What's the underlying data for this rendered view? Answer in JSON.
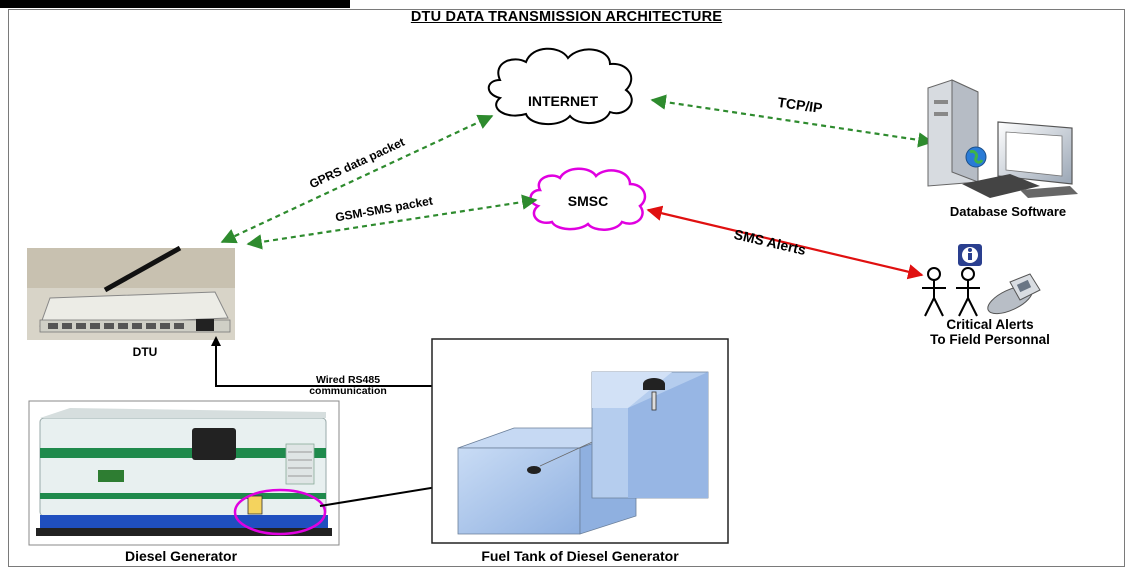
{
  "title": "DTU DATA TRANSMISSION ARCHITECTURE",
  "nodes": {
    "internet": "INTERNET",
    "smsc": "SMSC",
    "dtu": "DTU",
    "database": "Database Software",
    "critical_line1": "Critical Alerts",
    "critical_line2": "To Field Personnal",
    "diesel": "Diesel Generator",
    "fuel_tank": "Fuel Tank of Diesel Generator"
  },
  "links": {
    "tcpip": "TCP/IP",
    "gprs": "GPRS data packet",
    "gsm_sms": "GSM-SMS packet",
    "sms_alerts": "SMS Alerts",
    "rs485_line1": "Wired RS485",
    "rs485_line2": "communication"
  },
  "colors": {
    "wireless_link": "#2e8b2e",
    "sms_alert_link": "#e01010",
    "smsc_outline": "#e000e0",
    "generator_body": "#e8f0f0",
    "generator_base": "#1f4fbf",
    "tank_fill": "#a9c6ef"
  },
  "icons": [
    "cloud-icon",
    "computer-icon",
    "globe-icon",
    "info-icon",
    "person-icon",
    "phone-icon",
    "antenna-icon"
  ]
}
